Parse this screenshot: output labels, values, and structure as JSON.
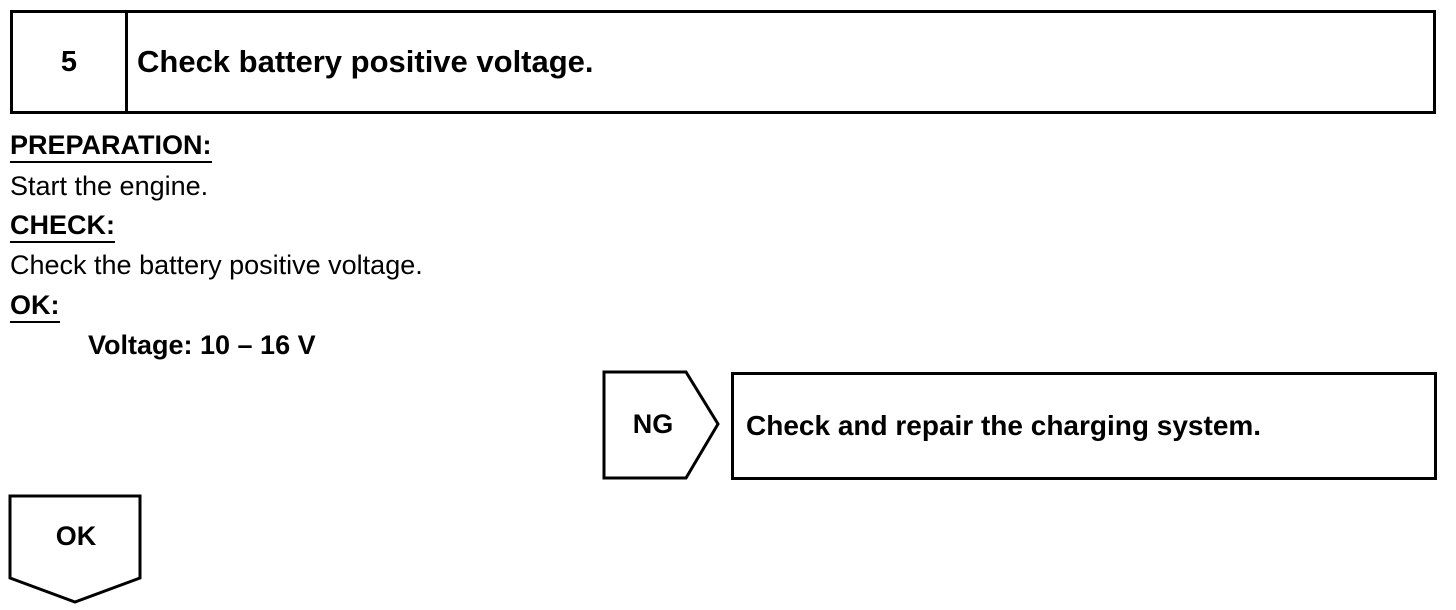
{
  "step": {
    "number": "5",
    "title": "Check battery positive voltage."
  },
  "preparation": {
    "heading": "PREPARATION:",
    "text": "Start the engine."
  },
  "check": {
    "heading": "CHECK:",
    "text": "Check the battery positive voltage."
  },
  "ok_spec": {
    "heading": "OK:",
    "value": "Voltage: 10 – 16 V"
  },
  "ng_branch": {
    "label": "NG",
    "action": "Check and repair the charging system."
  },
  "ok_branch": {
    "label": "OK"
  }
}
